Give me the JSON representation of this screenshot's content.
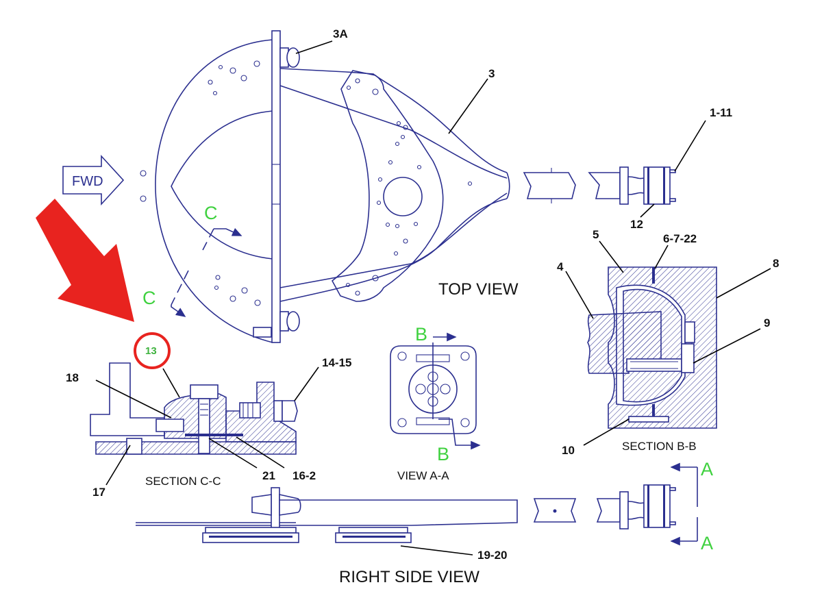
{
  "direction_label": "FWD",
  "views": {
    "top_view": "TOP VIEW",
    "right_side_view": "RIGHT SIDE VIEW",
    "section_b": "SECTION B-B",
    "section_c": "SECTION C-C",
    "view_a": "VIEW A-A"
  },
  "section_markers": {
    "c_top": "C",
    "c_bottom": "C",
    "b_top": "B",
    "b_bottom": "B",
    "a_top": "A",
    "a_bottom": "A"
  },
  "callouts": {
    "c3a": "3A",
    "c3": "3",
    "c1_11": "1-11",
    "c12": "12",
    "c5": "5",
    "c6_7_22": "6-7-22",
    "c8": "8",
    "c4": "4",
    "c9": "9",
    "c10": "10",
    "c13": "13",
    "c18": "18",
    "c14_15": "14-15",
    "c17": "17",
    "c21": "21",
    "c16_2": "16-2",
    "c19_20": "19-20"
  },
  "colors": {
    "line": "#2b2f8f",
    "highlight_arrow": "#e8231f",
    "highlight_circle": "#e8231f",
    "marker_text": "#3fd13f"
  }
}
